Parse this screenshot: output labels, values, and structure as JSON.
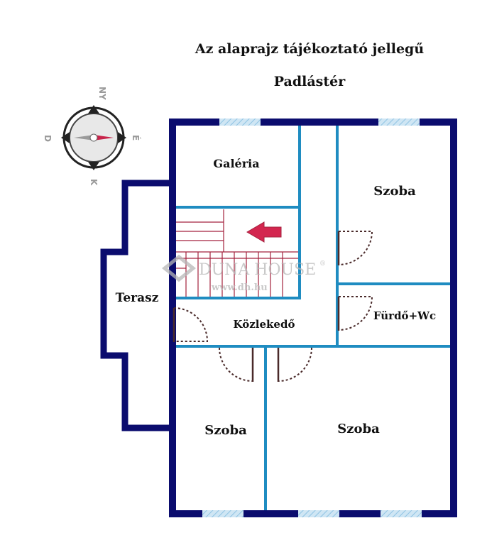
{
  "header": {
    "title": "Az alaprajz tájékoztató jellegű",
    "subtitle": "Padlástér"
  },
  "rooms": {
    "galeria": "Galéria",
    "szoba_top_right": "Szoba",
    "terasz": "Terasz",
    "furdo": "Fürdő+Wc",
    "kozlekedo": "Közlekedő",
    "szoba_bottom_left": "Szoba",
    "szoba_bottom_right": "Szoba"
  },
  "compass": {
    "north": "NY",
    "east": "É",
    "south": "K",
    "west": "D"
  },
  "watermark": {
    "brand": "DUNA HOUSE",
    "registered": "®",
    "url": "www.dh.hu"
  },
  "colors": {
    "outer_wall": "#0b0c6e",
    "inner_wall": "#1f8cc1",
    "window": "#b7d9ee",
    "stairs": "#a3213d",
    "arrow": "#d3264f",
    "door": "#4a2a2a"
  }
}
